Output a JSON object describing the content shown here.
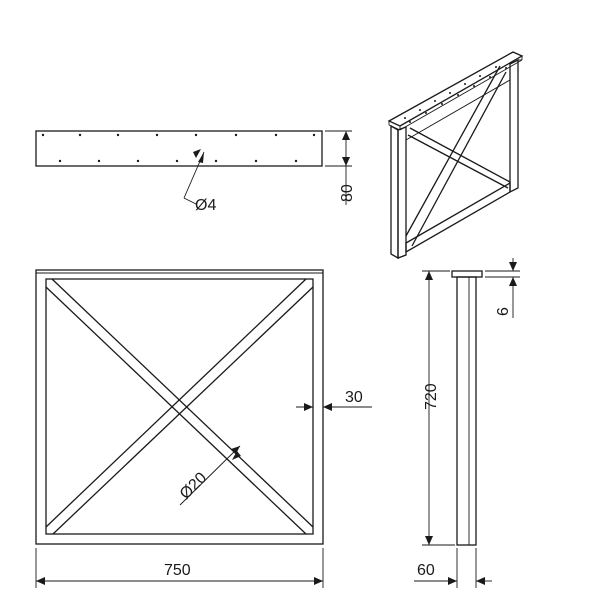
{
  "drawing": {
    "top_view": {
      "hole_diameter": "Ø4",
      "height": "80"
    },
    "front_view": {
      "width": "750",
      "tube_size": "30",
      "cross_bar_diameter": "Ø20"
    },
    "side_view": {
      "height": "720",
      "plate_thickness": "6",
      "depth": "60"
    }
  }
}
